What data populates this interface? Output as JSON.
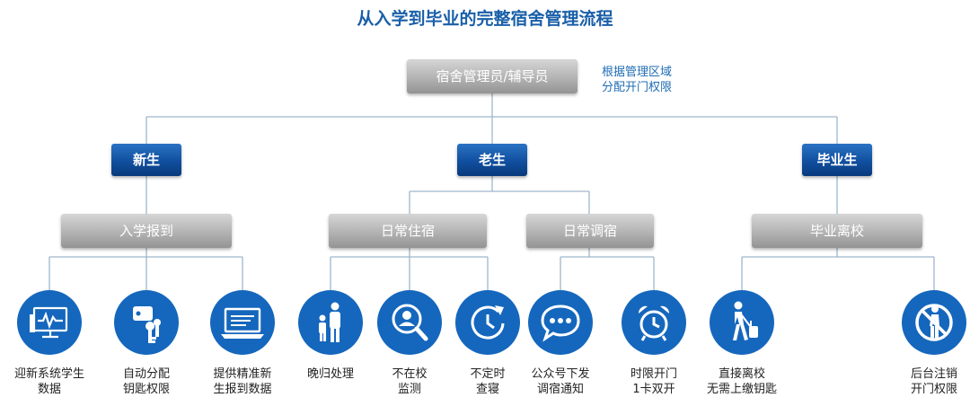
{
  "title": "从入学到毕业的完整宿舍管理流程",
  "root": {
    "label": "宿舍管理员/辅导员",
    "note": [
      "根据管理区域",
      "分配开门权限"
    ]
  },
  "groups": {
    "freshman": {
      "label": "新生",
      "stage": "入学报到",
      "items": [
        {
          "icon": "monitor-chart-icon",
          "lines": [
            "迎新系统学生",
            "数据"
          ]
        },
        {
          "icon": "key-tag-icon",
          "lines": [
            "自动分配",
            "钥匙权限"
          ]
        },
        {
          "icon": "laptop-icon",
          "lines": [
            "提供精准新",
            "生报到数据"
          ]
        }
      ]
    },
    "senior": {
      "label": "老生",
      "stages": [
        {
          "label": "日常住宿",
          "items": [
            {
              "icon": "family-icon",
              "lines": [
                "晚归处理"
              ]
            },
            {
              "icon": "magnify-person-icon",
              "lines": [
                "不在校",
                "监测"
              ]
            },
            {
              "icon": "clock-refresh-icon",
              "lines": [
                "不定时",
                "查寝"
              ]
            }
          ]
        },
        {
          "label": "日常调宿",
          "items": [
            {
              "icon": "chat-bubble-icon",
              "lines": [
                "公众号下发",
                "调宿通知"
              ]
            },
            {
              "icon": "alarm-clock-icon",
              "lines": [
                "时限开门",
                "1卡双开"
              ]
            }
          ]
        }
      ]
    },
    "graduate": {
      "label": "毕业生",
      "stage": "毕业离校",
      "items": [
        {
          "icon": "walking-luggage-icon",
          "lines": [
            "直接离校",
            "无需上缴钥匙"
          ]
        },
        {
          "icon": "no-entry-person-icon",
          "lines": [
            "后台注销",
            "开门权限"
          ]
        }
      ]
    }
  },
  "colors": {
    "title": "#1a5fa8",
    "blue_box": "#114f9f",
    "circle": "#1567bd",
    "line": "#9fb7cc"
  }
}
